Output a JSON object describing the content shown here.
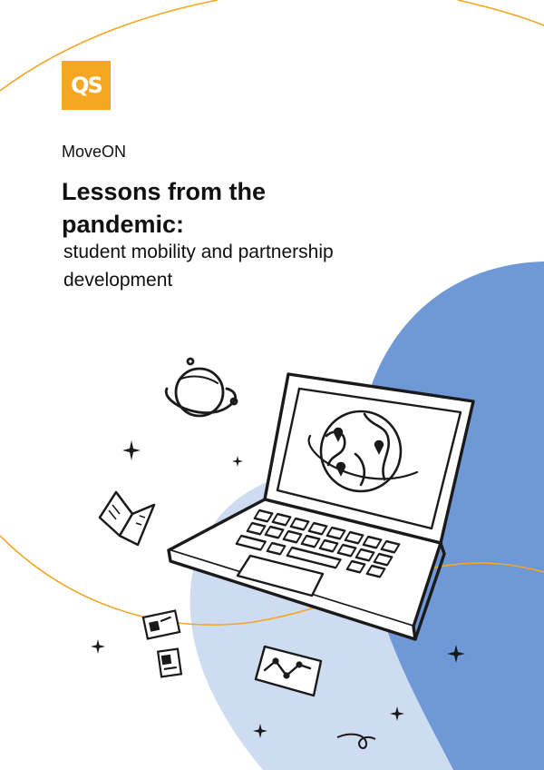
{
  "logo": {
    "text": "QS",
    "color": "#f5a623"
  },
  "brand": "MoveON",
  "title": "Lessons from the pandemic:",
  "subtitle": "student mobility and partnership development",
  "colors": {
    "accent_orange": "#f5a623",
    "blob_dark_blue": "#6f98d6",
    "blob_light_blue": "#cddcf1",
    "ink": "#1a1a1a"
  },
  "illustration": {
    "icons": [
      "laptop-icon",
      "globe-icon",
      "planet-icon",
      "open-book-icon",
      "id-card-icon",
      "chart-card-icon",
      "sparkle-icon"
    ]
  }
}
